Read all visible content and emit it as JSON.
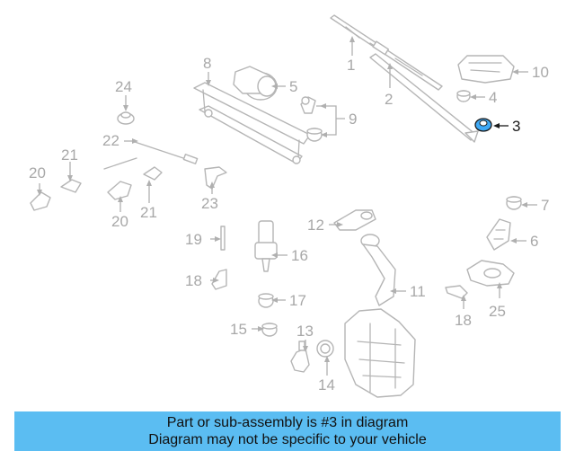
{
  "highlight_part": "3",
  "labels": {
    "p1": "1",
    "p2": "2",
    "p3": "3",
    "p4": "4",
    "p5": "5",
    "p6": "6",
    "p7": "7",
    "p8": "8",
    "p9": "9",
    "p10": "10",
    "p11": "11",
    "p12": "12",
    "p13": "13",
    "p14": "14",
    "p15": "15",
    "p16": "16",
    "p17": "17",
    "p18a": "18",
    "p18b": "18",
    "p19": "19",
    "p20a": "20",
    "p20b": "20",
    "p21a": "21",
    "p21b": "21",
    "p22": "22",
    "p23": "23",
    "p24": "24",
    "p25": "25"
  },
  "banner": {
    "line1": "Part or sub-assembly is #3 in diagram",
    "line2": "Diagram may not be specific to your vehicle"
  },
  "colors": {
    "banner": "#5bbdf2",
    "highlight": "#3fa9f5",
    "parts": "#b5b5b5"
  }
}
